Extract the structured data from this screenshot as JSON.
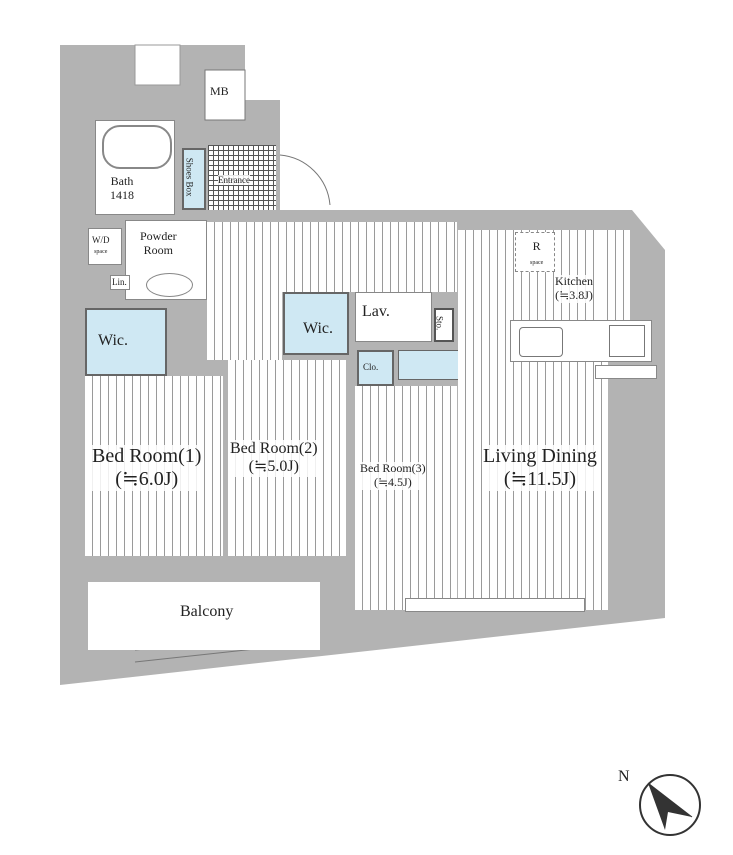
{
  "rooms": {
    "mb": "MB",
    "bath": {
      "name": "Bath",
      "size": "1418"
    },
    "shoes_box": "Shoes Box",
    "entrance": "Entrance",
    "wd": {
      "name": "W/D",
      "sub": "space"
    },
    "powder": {
      "name": "Powder",
      "name2": "Room"
    },
    "lin": "Lin.",
    "wic1": "Wic.",
    "wic2": "Wic.",
    "lav": "Lav.",
    "sto": "Sto.",
    "clo": "Clo.",
    "r_space": {
      "name": "R",
      "sub": "space"
    },
    "kitchen": {
      "name": "Kitchen",
      "size": "(≒3.8J)"
    },
    "bed1": {
      "name": "Bed Room(1)",
      "size": "(≒6.0J)"
    },
    "bed2": {
      "name": "Bed Room(2)",
      "size": "(≒5.0J)"
    },
    "bed3": {
      "name": "Bed Room(3)",
      "size": "(≒4.5J)"
    },
    "living": {
      "name": "Living Dining",
      "size": "(≒11.5J)"
    },
    "balcony": "Balcony"
  },
  "compass": {
    "label": "N"
  },
  "colors": {
    "wall": "#b3b3b3",
    "storage": "#cfe8f3",
    "line": "#555555"
  }
}
